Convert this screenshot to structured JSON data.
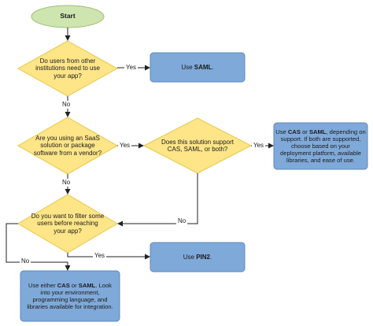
{
  "colors": {
    "start_fill": "#cfe5b0",
    "start_stroke": "#9dc27a",
    "decision_fill": "#fde588",
    "decision_stroke": "#e6c74a",
    "process_fill": "#7fa9d9",
    "process_stroke": "#5c88bd",
    "arrow": "#222222"
  },
  "start": {
    "label": "Start"
  },
  "decisions": [
    {
      "id": "d1",
      "lines": [
        "Do users from other",
        "institutions need to use",
        "your app?"
      ]
    },
    {
      "id": "d2",
      "lines": [
        "Are you using an SaaS",
        "solution or package",
        "software from a vendor?"
      ]
    },
    {
      "id": "d3",
      "lines": [
        "Does this solution support",
        "CAS, SAML, or both?"
      ]
    },
    {
      "id": "d4",
      "lines": [
        "Do you want to filter some",
        "users before reaching",
        "your app?"
      ]
    }
  ],
  "processes": [
    {
      "id": "p1",
      "prefix": "Use ",
      "bold": "SAML",
      "suffix": "."
    },
    {
      "id": "p2",
      "html_parts": [
        "Use ",
        "CAS",
        " or ",
        "SAML",
        ", depending on support. If both are supported, choose based on your deployment platform, available libraries, and ease of use."
      ]
    },
    {
      "id": "p3",
      "prefix": "Use ",
      "bold": "PIN2",
      "suffix": "."
    },
    {
      "id": "p4",
      "html_parts": [
        "Use either ",
        "CAS",
        " or ",
        "SAML",
        ". Look into your environment, programming language, and libraries available for integration."
      ]
    }
  ],
  "edge_labels": {
    "d1_yes": "Yes",
    "d1_no": "No",
    "d2_yes": "Yes",
    "d2_no": "No",
    "d3_yes": "Yes",
    "d3_no": "No",
    "d4_yes": "Yes",
    "d4_no": "No"
  }
}
